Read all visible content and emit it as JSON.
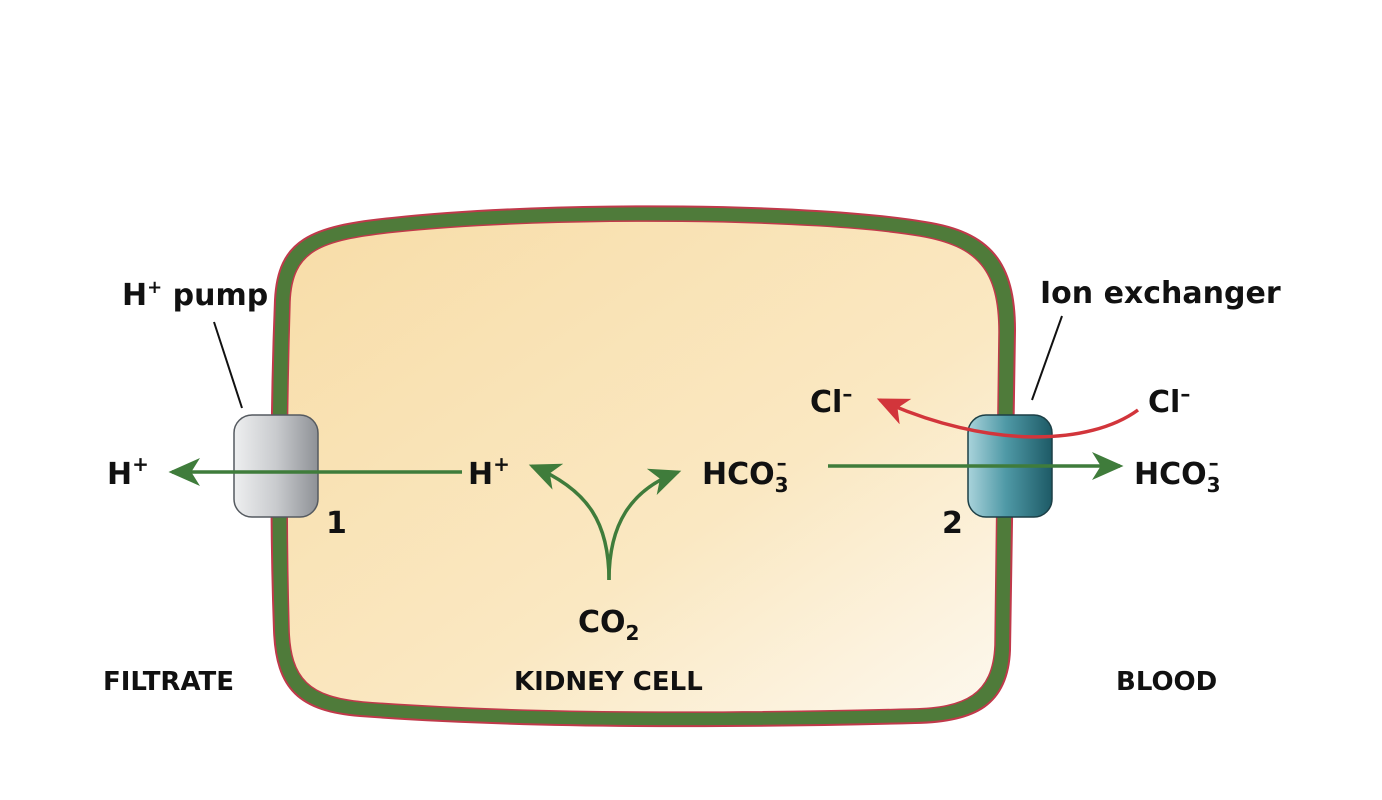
{
  "labels": {
    "h_pump": {
      "main": "H",
      "sup": "+",
      "rest": " pump"
    },
    "ion_exchanger": "Ion exchanger",
    "filtrate": "FILTRATE",
    "kidney_cell": "KIDNEY CELL",
    "blood": "BLOOD",
    "pump_number": "1",
    "exchanger_number": "2"
  },
  "species": {
    "h_out": {
      "main": "H",
      "sup": "+"
    },
    "h_in": {
      "main": "H",
      "sup": "+"
    },
    "hco3_in": {
      "main": "HCO",
      "sub": "3",
      "sup": "–"
    },
    "hco3_out": {
      "main": "HCO",
      "sub": "3",
      "sup": "–"
    },
    "cl_in": {
      "main": "Cl",
      "sup": "–"
    },
    "cl_out": {
      "main": "Cl",
      "sup": "–"
    },
    "co2": {
      "main": "CO",
      "sub": "2"
    }
  },
  "colors": {
    "cell_fill_light": "#fdf8ea",
    "cell_fill": "#f9e2b2",
    "membrane": "#4f7b3a",
    "membrane_edge": "#c0394a",
    "green_arrow": "#3f7c3b",
    "red_arrow": "#d2353b",
    "pump_gray": "#c4c6c9",
    "exchanger_teal": "#3f8c9a"
  }
}
